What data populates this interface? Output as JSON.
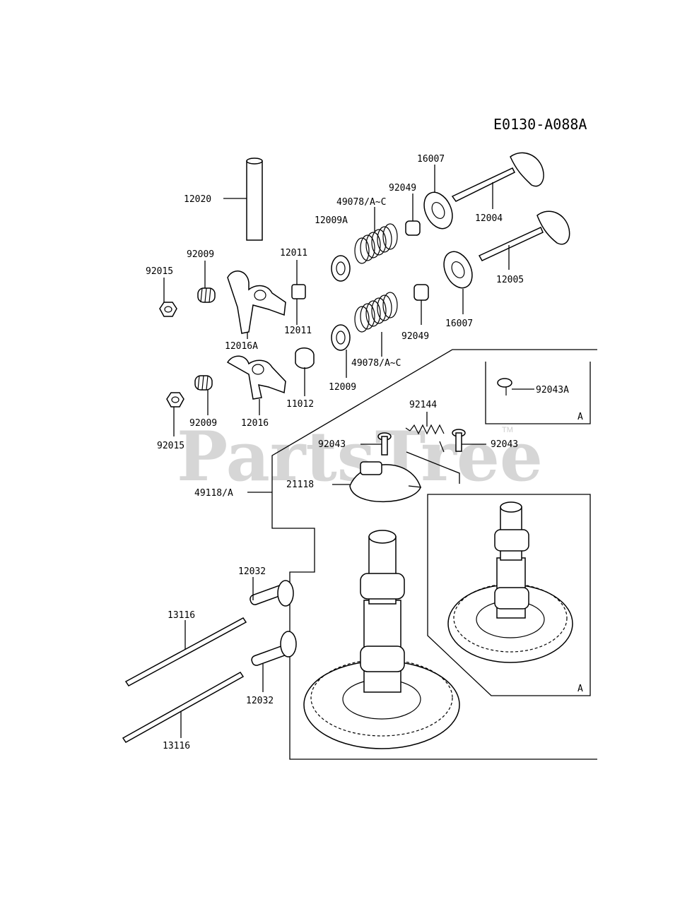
{
  "diagram": {
    "reference_code": "E0130-A088A",
    "watermark": "PartsTree",
    "watermark_tm": "TM",
    "inset_tag": "A",
    "labels": {
      "p12020": "12020",
      "p16007a": "16007",
      "p92049a": "92049",
      "p49078a": "49078/A~C",
      "p12009a": "12009A",
      "p12004": "12004",
      "p12005": "12005",
      "p92009a": "92009",
      "p92015a": "92015",
      "p12011a": "12011",
      "p12011b": "12011",
      "p12016a": "12016A",
      "p16007b": "16007",
      "p92049b": "92049",
      "p49078b": "49078/A~C",
      "p12009": "12009",
      "p11012": "11012",
      "p12016": "12016",
      "p92009b": "92009",
      "p92015b": "92015",
      "p92144": "92144",
      "p92043a": "92043",
      "p92043b": "92043",
      "p92043A": "92043A",
      "p21118": "21118",
      "p49118": "49118/A",
      "p12032a": "12032",
      "p12032b": "12032",
      "p13116a": "13116",
      "p13116b": "13116"
    }
  }
}
